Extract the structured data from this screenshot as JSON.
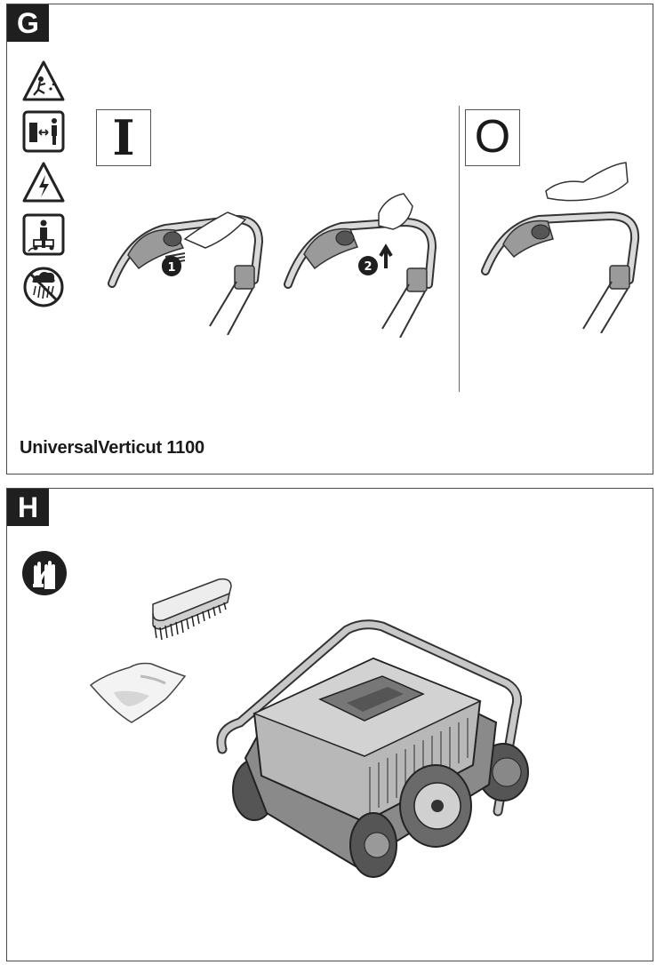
{
  "panels": {
    "g": {
      "letter": "G",
      "switch_on_symbol": "I",
      "switch_off_symbol": "O",
      "steps": [
        "1",
        "2"
      ],
      "title": "UniversalVerticut 1100",
      "warning_icons": [
        "caution-thrown-objects-icon",
        "keep-distance-icon",
        "electric-shock-icon",
        "bystanders-icon",
        "no-rain-icon"
      ]
    },
    "h": {
      "letter": "H",
      "icons": [
        "wear-gloves-icon",
        "brush-icon",
        "cloth-icon",
        "lawn-scarifier-icon"
      ]
    }
  },
  "colors": {
    "tag_bg": "#1f1f1f",
    "line": "#333333",
    "fill_light": "#d9d9d9",
    "fill_mid": "#9a9a9a",
    "fill_dark": "#555555"
  }
}
